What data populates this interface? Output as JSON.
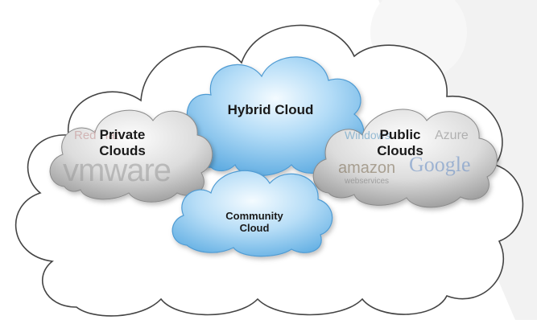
{
  "diagram": {
    "nodes": {
      "hybrid": {
        "lines": [
          "Hybrid Cloud"
        ]
      },
      "private": {
        "lines": [
          "Private",
          "Clouds"
        ]
      },
      "public": {
        "lines": [
          "Public",
          "Clouds"
        ]
      },
      "community": {
        "lines": [
          "Community",
          "Cloud"
        ]
      }
    },
    "logos": {
      "vmware": "vmware",
      "redhat": "Red Hat",
      "azure": "Azure",
      "windows": "Windows",
      "amazon": "amazon",
      "webservices": "webservices",
      "google": "Google"
    },
    "colors": {
      "hybrid_fill": "#8fc9f0",
      "community_fill": "#9ccff2",
      "side_fill": "#d8d8d8",
      "outline": "#333333"
    }
  }
}
